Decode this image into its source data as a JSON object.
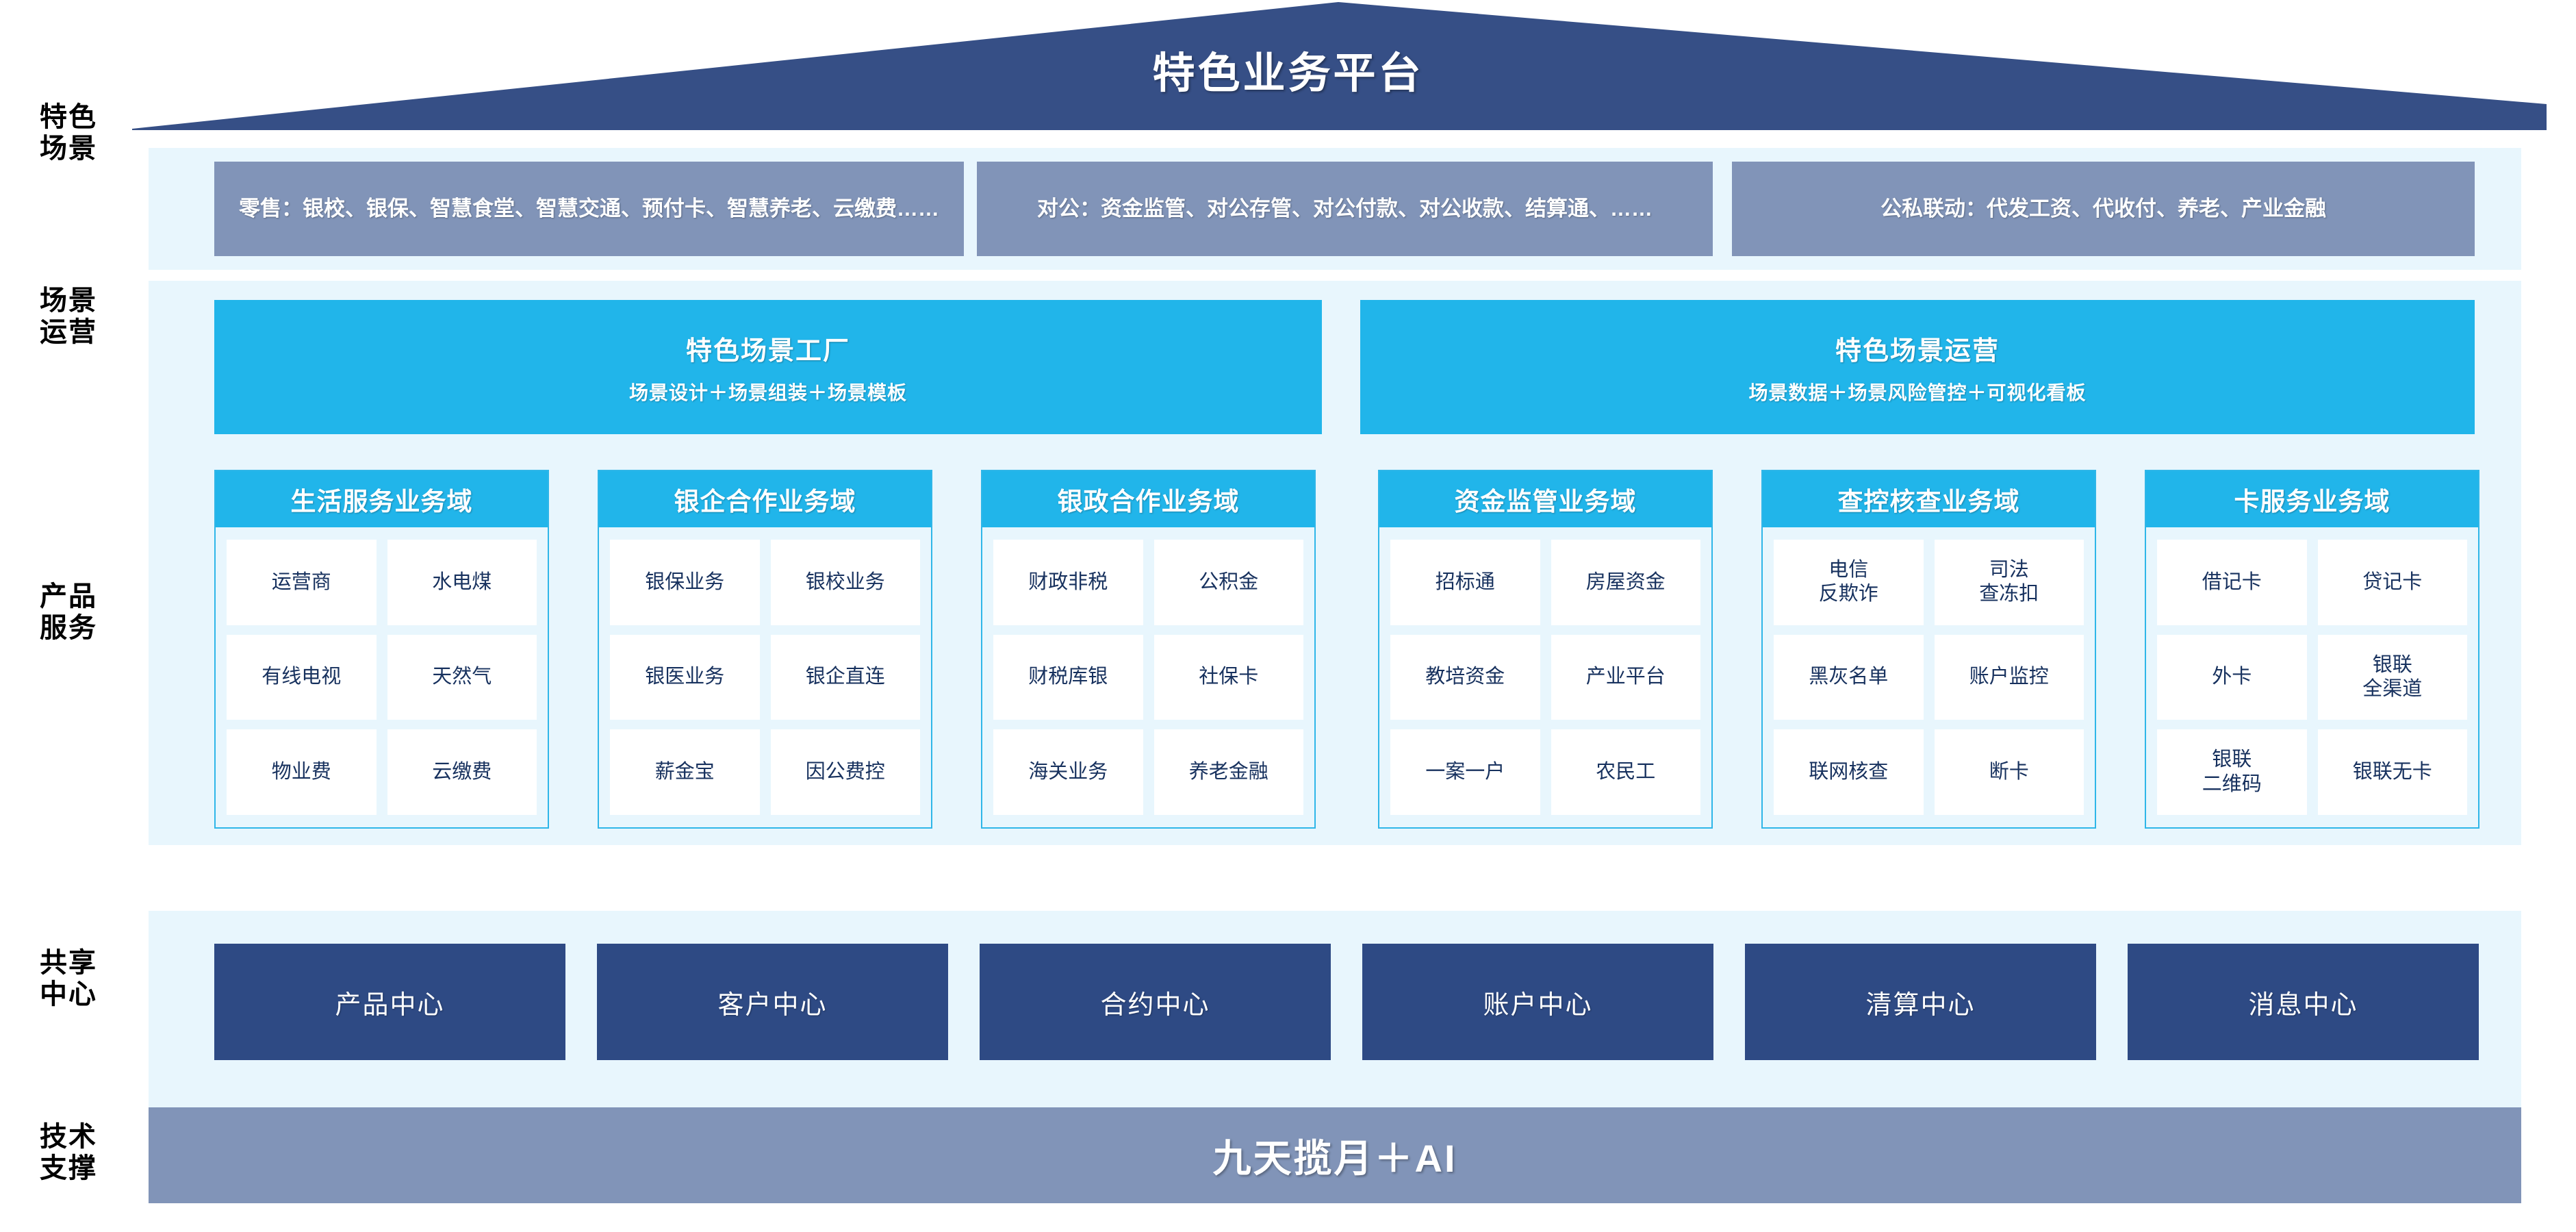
{
  "header": {
    "title": "特色业务平台",
    "roof_color": "#364f86"
  },
  "row_labels": [
    {
      "id": "scenarios",
      "text": "特色\n场景"
    },
    {
      "id": "operations",
      "text": "场景\n运营"
    },
    {
      "id": "products",
      "text": "产品\n服务"
    },
    {
      "id": "shared",
      "text": "共享\n中心"
    },
    {
      "id": "tech",
      "text": "技术\n支撑"
    }
  ],
  "scenarios": {
    "box_color": "#8194b8",
    "items": [
      {
        "name": "retail",
        "text": "零售：银校、银保、智慧食堂、智慧交通、预付卡、智慧养老、云缴费……"
      },
      {
        "name": "corporate",
        "text": "对公：资金监管、对公存管、对公付款、对公收款、结算通、……"
      },
      {
        "name": "public-private",
        "text": "公私联动：代发工资、代收付、养老、产业金融"
      }
    ]
  },
  "operations": {
    "box_color": "#21b5ea",
    "items": [
      {
        "name": "scenario-factory",
        "title": "特色场景工厂",
        "subtitle": "场景设计＋场景组装＋场景模板"
      },
      {
        "name": "scenario-operation",
        "title": "特色场景运营",
        "subtitle": "场景数据＋场景风险管控＋可视化看板"
      }
    ]
  },
  "product_domains": {
    "head_color": "#21b5ea",
    "border_color": "#2fb6e8",
    "cell_text_color": "#17315e",
    "columns": [
      {
        "name": "life-service",
        "title": "生活服务业务域",
        "cells": [
          "运营商",
          "水电煤",
          "有线电视",
          "天然气",
          "物业费",
          "云缴费"
        ]
      },
      {
        "name": "bank-enterprise",
        "title": "银企合作业务域",
        "cells": [
          "银保业务",
          "银校业务",
          "银医业务",
          "银企直连",
          "薪金宝",
          "因公费控"
        ]
      },
      {
        "name": "bank-government",
        "title": "银政合作业务域",
        "cells": [
          "财政非税",
          "公积金",
          "财税库银",
          "社保卡",
          "海关业务",
          "养老金融"
        ]
      },
      {
        "name": "fund-supervision",
        "title": "资金监管业务域",
        "cells": [
          "招标通",
          "房屋资金",
          "教培资金",
          "产业平台",
          "一案一户",
          "农民工"
        ]
      },
      {
        "name": "investigation-control",
        "title": "查控核查业务域",
        "cells": [
          "电信\n反欺诈",
          "司法\n查冻扣",
          "黑灰名单",
          "账户监控",
          "联网核查",
          "断卡"
        ]
      },
      {
        "name": "card-service",
        "title": "卡服务业务域",
        "cells": [
          "借记卡",
          "贷记卡",
          "外卡",
          "银联\n全渠道",
          "银联\n二维码",
          "银联无卡"
        ]
      }
    ]
  },
  "shared_centers": {
    "box_color": "#2e4a84",
    "items": [
      {
        "name": "product-center",
        "text": "产品中心"
      },
      {
        "name": "customer-center",
        "text": "客户中心"
      },
      {
        "name": "contract-center",
        "text": "合约中心"
      },
      {
        "name": "account-center",
        "text": "账户中心"
      },
      {
        "name": "clearing-center",
        "text": "清算中心"
      },
      {
        "name": "message-center",
        "text": "消息中心"
      }
    ]
  },
  "tech_support": {
    "text": "九天揽月＋AI",
    "bar_color": "#8194b8"
  }
}
